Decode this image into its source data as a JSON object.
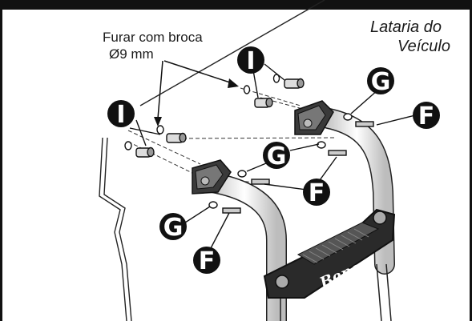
{
  "notes": {
    "drill_line1": "Furar com broca",
    "drill_line2": "Ø9 mm",
    "body_line1": "Lataria  do",
    "body_line2": "Veículo"
  },
  "brand": "Bepo",
  "callouts": [
    {
      "letter": "I"
    },
    {
      "letter": "I"
    },
    {
      "letter": "G"
    },
    {
      "letter": "G"
    },
    {
      "letter": "G"
    },
    {
      "letter": "F"
    },
    {
      "letter": "F"
    },
    {
      "letter": "F"
    }
  ],
  "colors": {
    "ink": "#1a1a1a",
    "callout_fill": "#111111",
    "paper": "#ffffff",
    "chrome": "#9a9a9a"
  }
}
